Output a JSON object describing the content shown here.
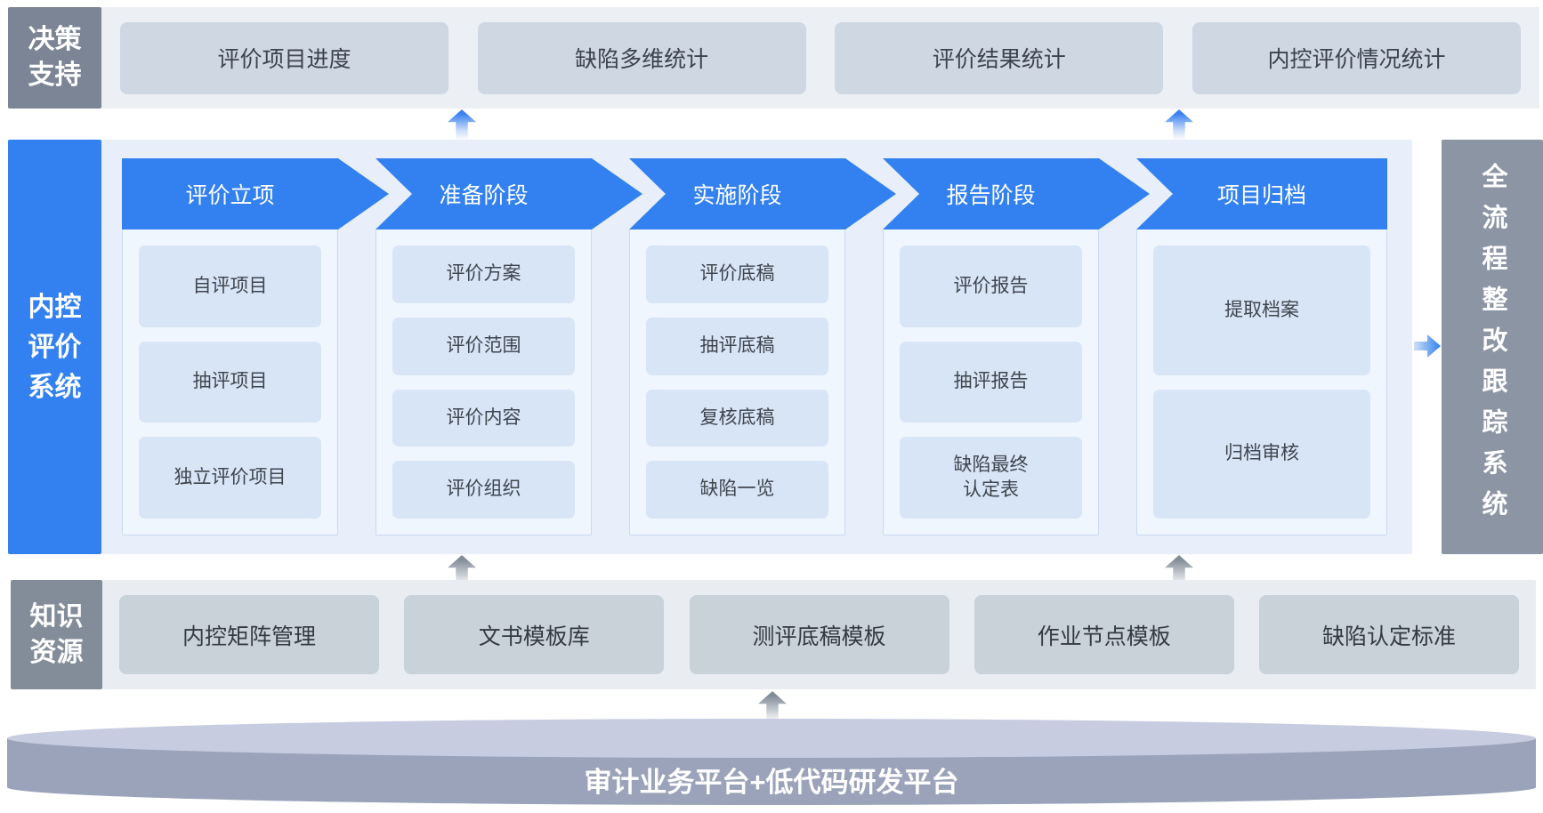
{
  "decision_support": {
    "label": "决策\n支持",
    "boxes": [
      "评价项目进度",
      "缺陷多维统计",
      "评价结果统计",
      "内控评价情况统计"
    ]
  },
  "evaluation_system": {
    "label": "内控\n评价\n系统",
    "stages": [
      {
        "title": "评价立项",
        "items": [
          "自评项目",
          "抽评项目",
          "独立评价项目"
        ]
      },
      {
        "title": "准备阶段",
        "items": [
          "评价方案",
          "评价范围",
          "评价内容",
          "评价组织"
        ]
      },
      {
        "title": "实施阶段",
        "items": [
          "评价底稿",
          "抽评底稿",
          "复核底稿",
          "缺陷一览"
        ]
      },
      {
        "title": "报告阶段",
        "items": [
          "评价报告",
          "抽评报告",
          "缺陷最终\n认定表"
        ]
      },
      {
        "title": "项目归档",
        "items": [
          "提取档案",
          "归档审核"
        ]
      }
    ]
  },
  "rectification_system": {
    "label": "全流程整改跟踪系统"
  },
  "knowledge": {
    "label": "知识\n资源",
    "boxes": [
      "内控矩阵管理",
      "文书模板库",
      "测评底稿模板",
      "作业节点模板",
      "缺陷认定标准"
    ]
  },
  "platform": {
    "label": "审计业务平台+低代码研发平台"
  },
  "colors": {
    "primary_blue": "#3381f0",
    "panel_bg": "#e8effa",
    "stage_item_bg": "#d8e5f7",
    "stage_body_bg": "#f0f6fd",
    "top_row_bg": "#eceff4",
    "top_box_bg": "#cfd7e2",
    "knowledge_row_bg": "#e9edf1",
    "knowledge_box_bg": "#c9d2d9",
    "decision_label_bg": "#7b8595",
    "knowledge_label_bg": "#838d99",
    "right_bar_bg": "#8c95a4",
    "cylinder_top": "#c7cce0",
    "cylinder_body": "#9aa3b9"
  }
}
